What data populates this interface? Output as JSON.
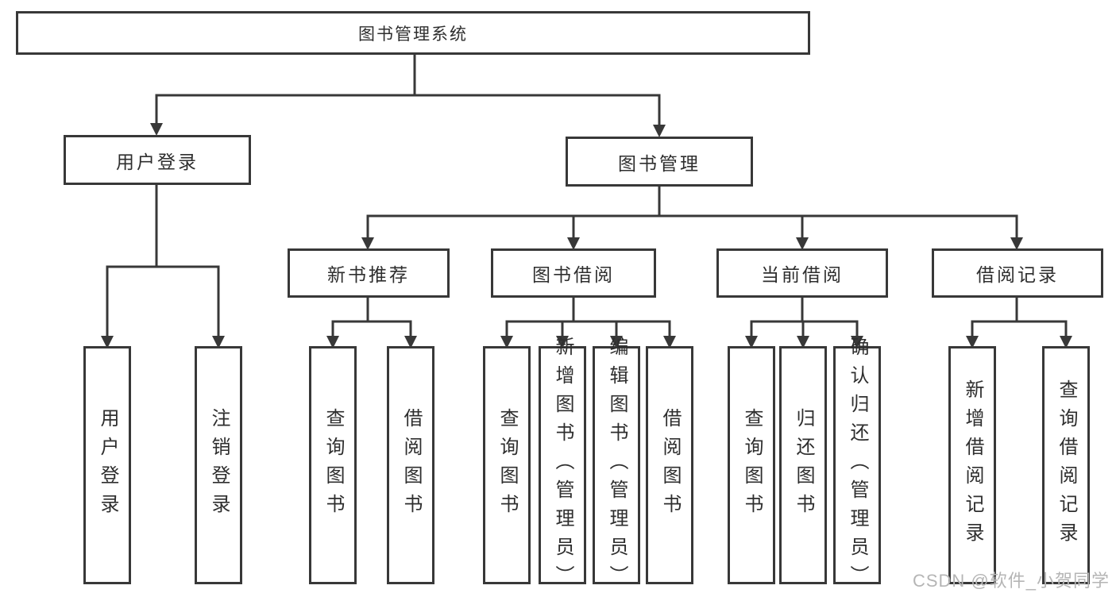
{
  "tree": {
    "root": {
      "label": "图书管理系统"
    },
    "branches": [
      {
        "label": "用户登录",
        "children": [
          {
            "label": "用户登录"
          },
          {
            "label": "注销登录"
          }
        ]
      },
      {
        "label": "图书管理",
        "children": [
          {
            "label": "新书推荐",
            "children": [
              {
                "label": "查询图书"
              },
              {
                "label": "借阅图书"
              }
            ]
          },
          {
            "label": "图书借阅",
            "children": [
              {
                "label": "查询图书"
              },
              {
                "label": "新增图书（管理员）"
              },
              {
                "label": "编辑图书（管理员）"
              },
              {
                "label": "借阅图书"
              }
            ]
          },
          {
            "label": "当前借阅",
            "children": [
              {
                "label": "查询图书"
              },
              {
                "label": "归还图书"
              },
              {
                "label": "确认归还（管理员）"
              }
            ]
          },
          {
            "label": "借阅记录",
            "children": [
              {
                "label": "新增借阅记录"
              },
              {
                "label": "查询借阅记录"
              }
            ]
          }
        ]
      }
    ]
  },
  "watermark": {
    "text": "CSDN @软件_小贺同学"
  },
  "colors": {
    "line": "#383838",
    "text": "#2e2e2e",
    "watermark": "#b5b5b5",
    "background": "#ffffff"
  }
}
